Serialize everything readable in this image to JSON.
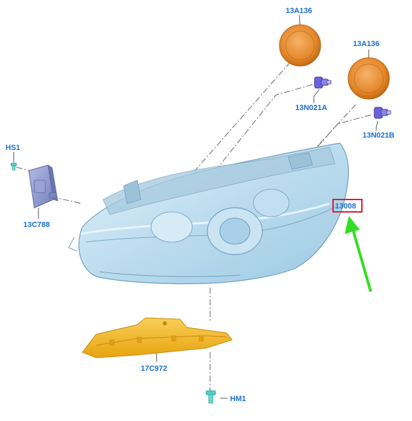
{
  "diagram": {
    "parts": [
      {
        "id": "cap_top",
        "label": "13A136",
        "icon": "bulb-cover-cap-icon",
        "color": "#e5892c"
      },
      {
        "id": "cap_right",
        "label": "13A136",
        "icon": "bulb-cover-cap-icon",
        "color": "#e5892c"
      },
      {
        "id": "bulb_a",
        "label": "13N021A",
        "icon": "bulb-icon",
        "color": "#6a62d8"
      },
      {
        "id": "bulb_b",
        "label": "13N021B",
        "icon": "bulb-icon",
        "color": "#6a62d8"
      },
      {
        "id": "screw_hs1",
        "label": "HS1",
        "icon": "screw-icon",
        "color": "#4fd0c8"
      },
      {
        "id": "module",
        "label": "13C788",
        "icon": "control-module-icon",
        "color": "#8e98cc"
      },
      {
        "id": "headlamp",
        "label": "13008",
        "icon": "headlamp-assembly-icon",
        "color": "#bcdcee",
        "highlighted": true
      },
      {
        "id": "bracket",
        "label": "17C972",
        "icon": "mounting-bracket-icon",
        "color": "#f0b41d"
      },
      {
        "id": "screw_hm1",
        "label": "HM1",
        "icon": "screw-icon",
        "color": "#4fd0c8"
      }
    ],
    "highlight_color": "#e0192b",
    "arrow_color": "#33dd22"
  }
}
